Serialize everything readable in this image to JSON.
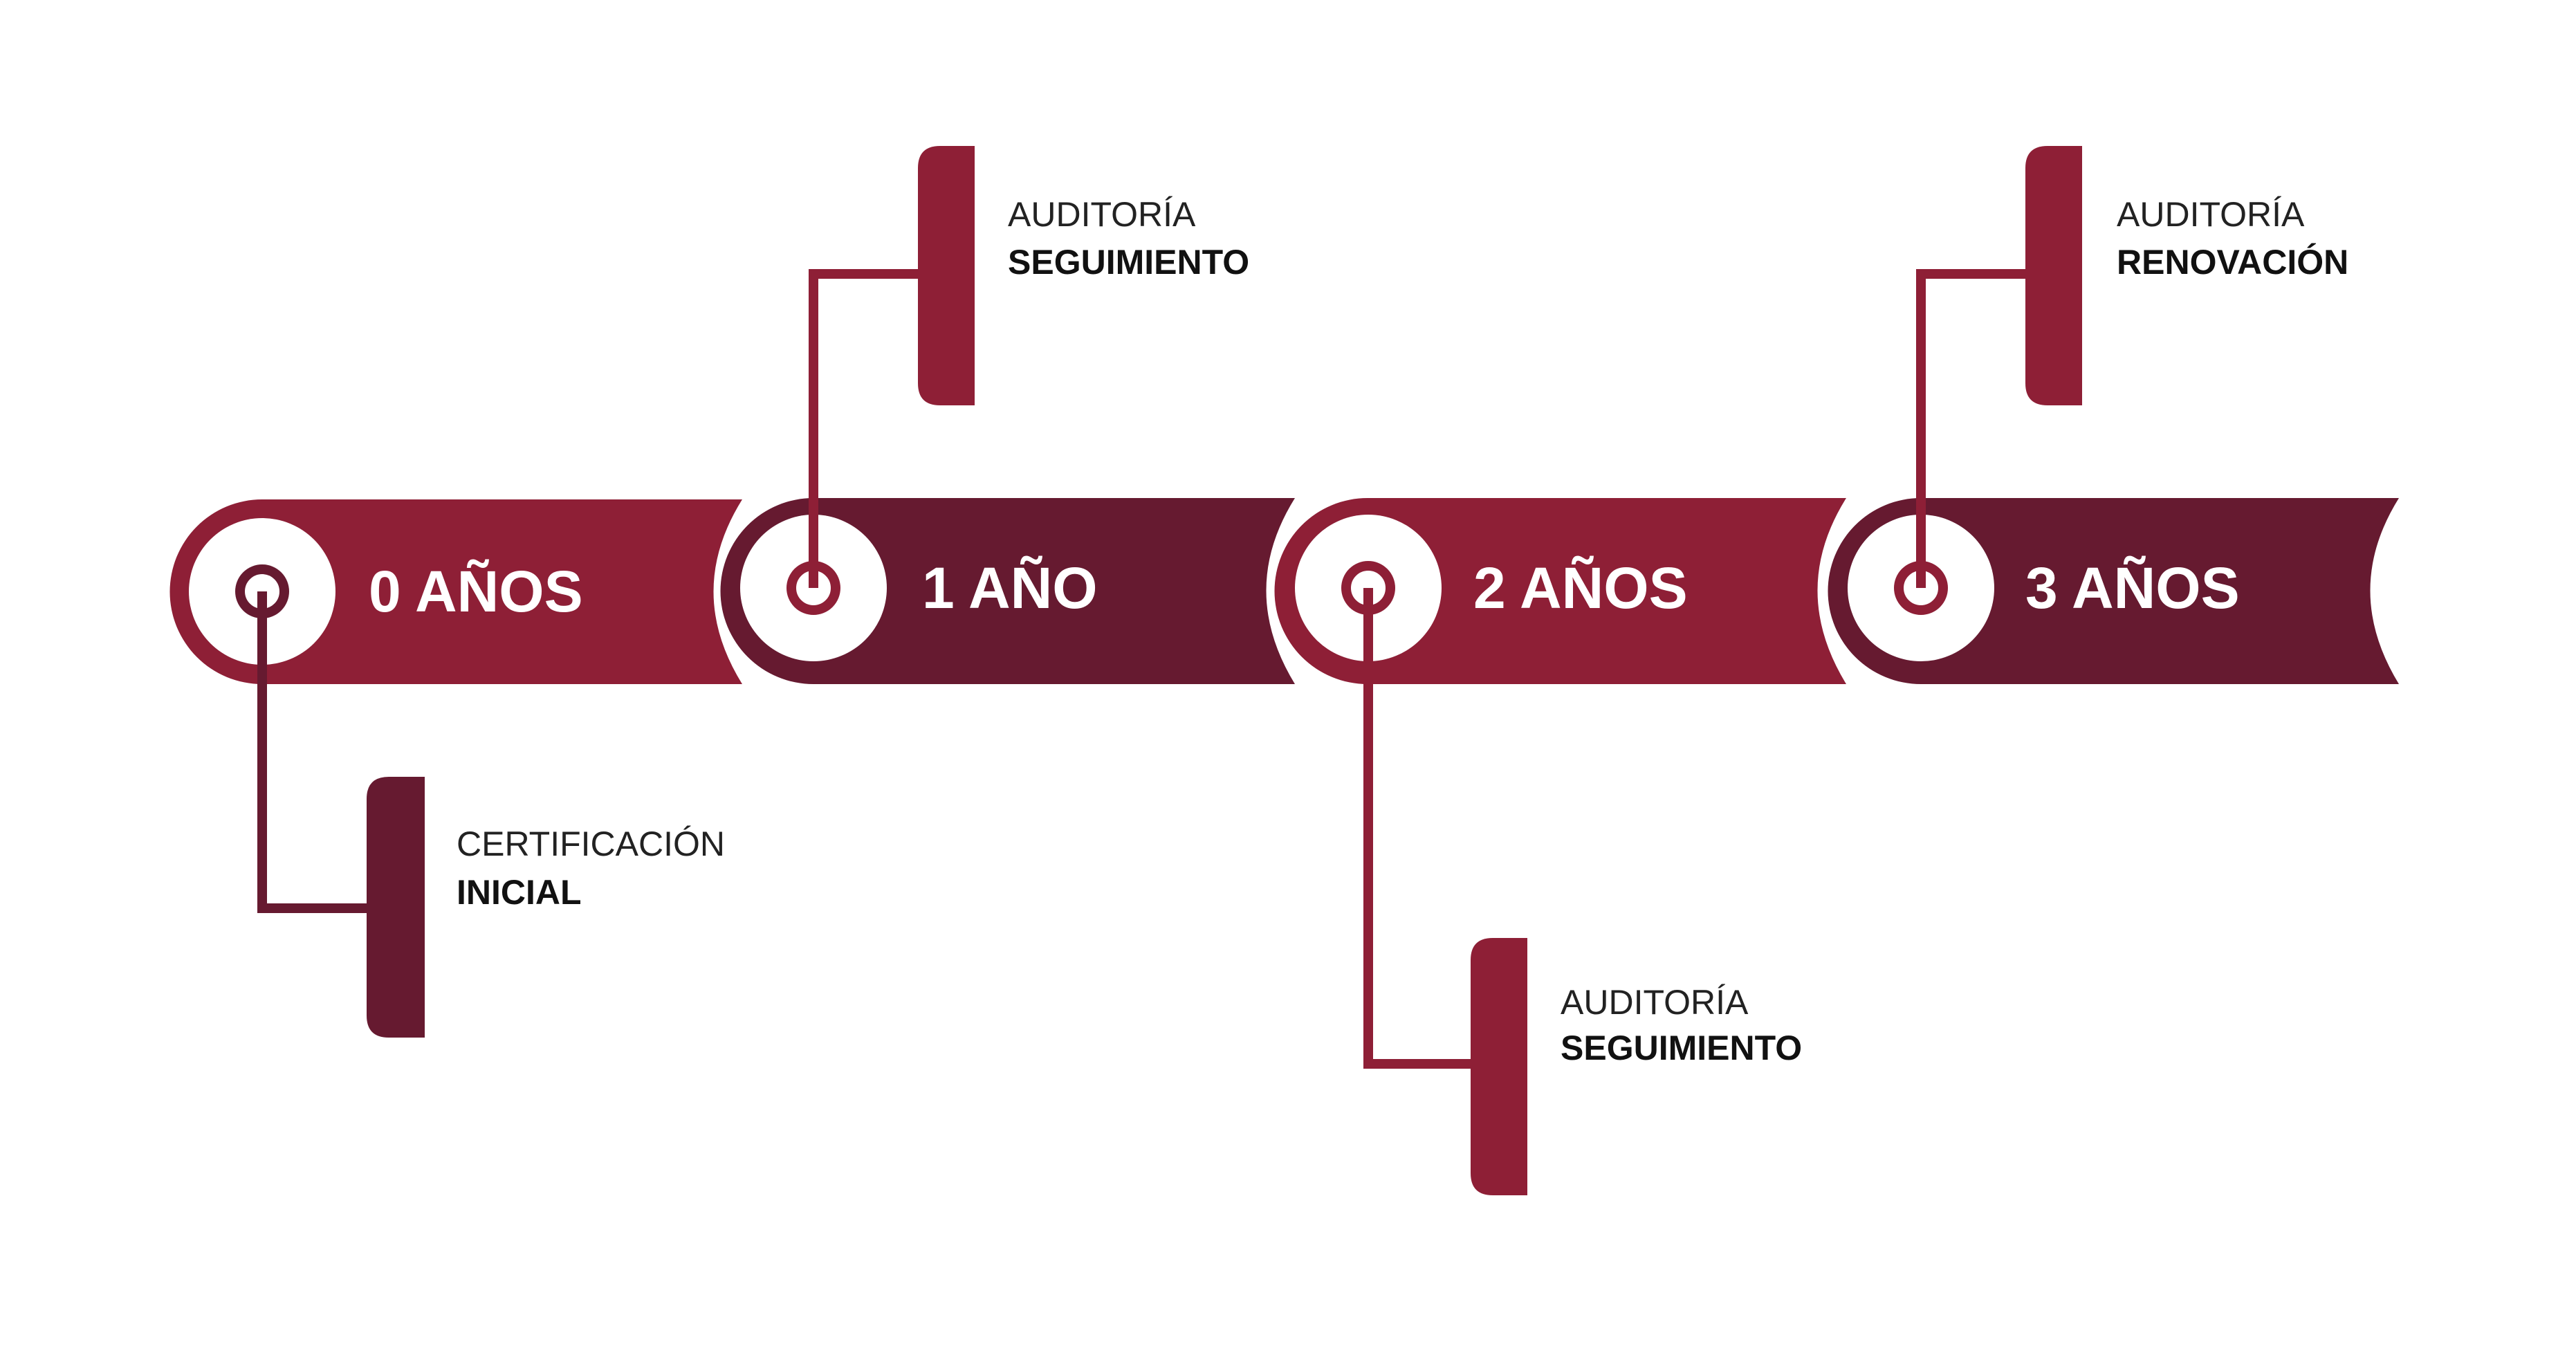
{
  "colors": {
    "primary": "#8e1f36",
    "dark": "#661a30"
  },
  "timeline": [
    {
      "label": "0 AÑOS"
    },
    {
      "label": "1 AÑO"
    },
    {
      "label": "2 AÑOS"
    },
    {
      "label": "3 AÑOS"
    }
  ],
  "cards": [
    {
      "line1": "CERTIFICACIÓN",
      "line2": "INICIAL"
    },
    {
      "line1": "AUDITORÍA",
      "line2": "SEGUIMIENTO"
    },
    {
      "line1": "AUDITORÍA",
      "line2": "SEGUIMIENTO"
    },
    {
      "line1": "AUDITORÍA",
      "line2": "RENOVACIÓN"
    }
  ]
}
